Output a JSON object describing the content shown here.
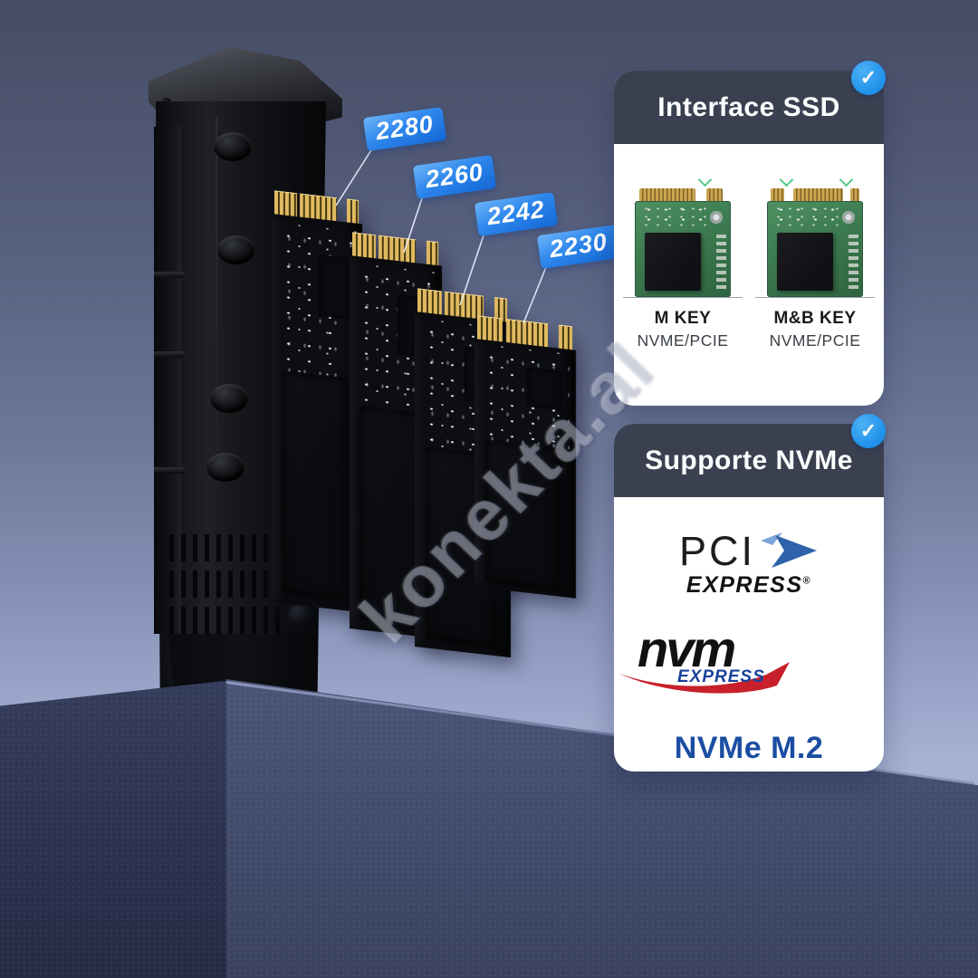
{
  "size_labels": [
    "2280",
    "2260",
    "2242",
    "2230"
  ],
  "interface_card": {
    "title": "Interface SSD",
    "modules": [
      {
        "name": "M KEY",
        "spec": "NVME/PCIE"
      },
      {
        "name": "M&B KEY",
        "spec": "NVME/PCIE"
      }
    ]
  },
  "support_card": {
    "title": "Supporte NVMe",
    "pci_logo": {
      "word": "PCI",
      "express": "EXPRESS",
      "reg": "®"
    },
    "nvm_logo": {
      "word": "nvm",
      "express": "EXPRESS"
    },
    "caption": "NVMe M.2"
  },
  "icons": {
    "check": "✓"
  },
  "watermark": "konekta.al",
  "colors": {
    "badge_blue": "#2e87ec",
    "check_blue": "#1e90ea",
    "header_dark": "#3a4050",
    "caption_blue": "#1b4da3",
    "pci_arrow_blue": "#2e62ab",
    "nvm_red": "#c8202a",
    "nvm_express_blue": "#17419c",
    "pcb_green": "#3c7a4f",
    "connector_gold": "#e0ba60"
  }
}
